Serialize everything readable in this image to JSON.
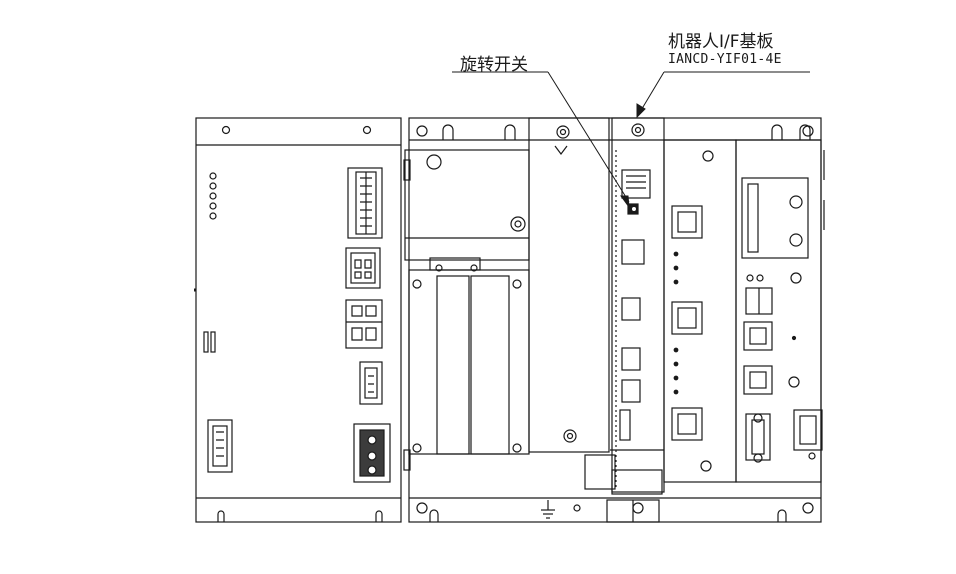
{
  "callouts": {
    "rotary_switch": {
      "label": "旋转开关"
    },
    "robot_if_board": {
      "label": "机器人I/F基板",
      "model": "IANCD-YIF01-4E"
    }
  },
  "colors": {
    "line": "#1a1a1a",
    "background": "#ffffff"
  }
}
